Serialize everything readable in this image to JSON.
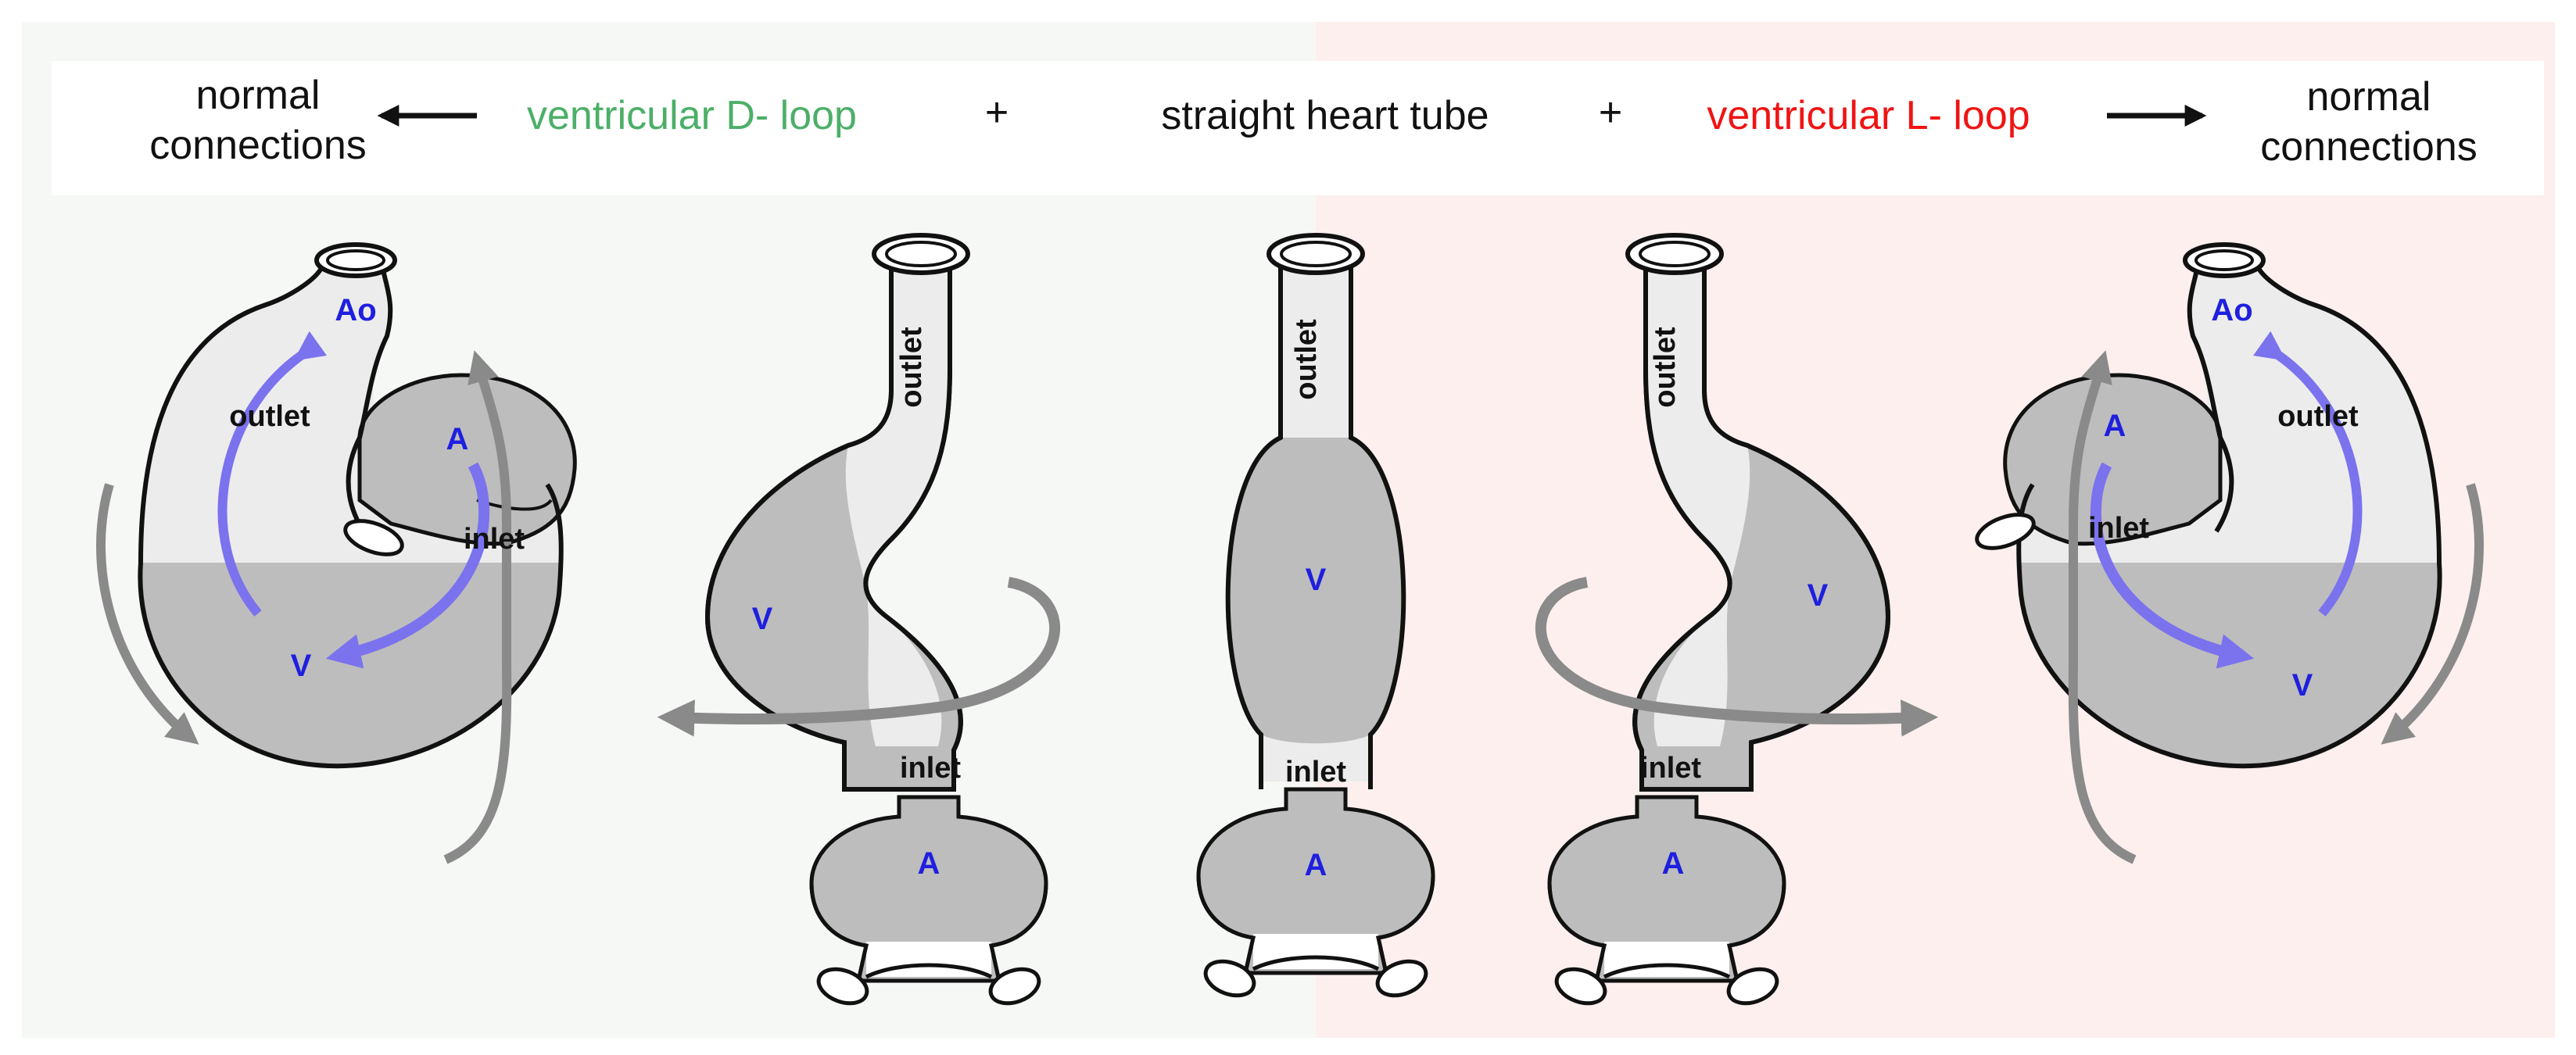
{
  "header": {
    "normal_connections_left": "normal\nconnections",
    "ventricular_d_loop": "ventricular D- loop",
    "plus_left": "+",
    "straight_heart_tube": "straight heart tube",
    "plus_right": "+",
    "ventricular_l_loop": "ventricular L- loop",
    "normal_connections_right": "normal\nconnections"
  },
  "labels": {
    "ao": "Ao",
    "outlet": "outlet",
    "inlet": "inlet",
    "atrium": "A",
    "ventricle": "V"
  },
  "colors": {
    "d_loop_text": "#4caf68",
    "l_loop_text": "#f01414",
    "label_blue": "#1f1fe0",
    "flow_arrow": "#7b72ee",
    "rotation_arrow": "#8a8a8a",
    "tube_dark": "#bdbdbd",
    "tube_light": "#ececec",
    "left_background": "#f5f8f4",
    "right_background": "#fcefee"
  }
}
